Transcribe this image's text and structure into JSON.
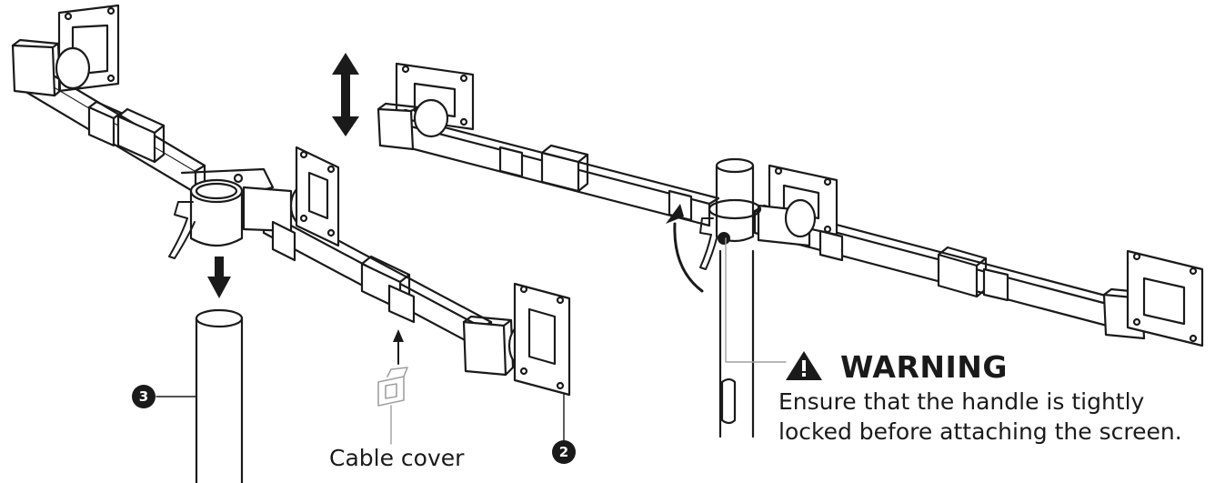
{
  "warning": {
    "title": "WARNING",
    "icon": "warning-triangle-icon",
    "message_line1": "Ensure that the handle is tightly",
    "message_line2": "locked before attaching the screen."
  },
  "callouts": {
    "cable_cover": "Cable cover",
    "step_2": "2",
    "step_3": "3"
  },
  "colors": {
    "ink": "#1a1a1a",
    "faint": "#a0a0a0",
    "paper": "#ffffff"
  }
}
